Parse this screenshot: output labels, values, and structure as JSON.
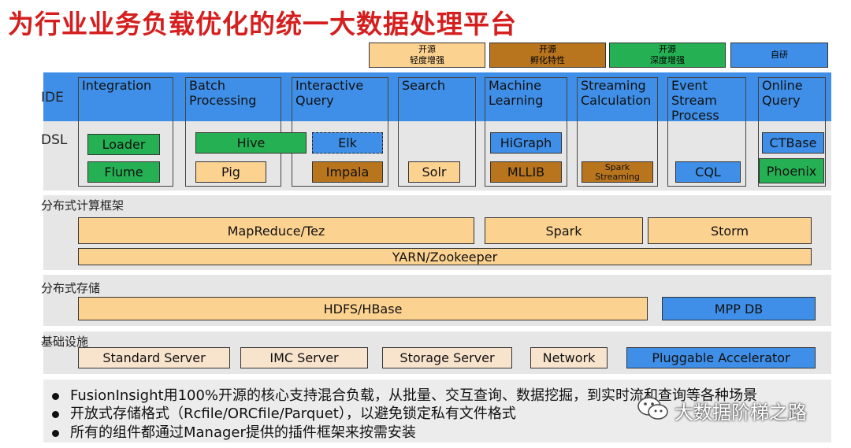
{
  "title": "为行业业务负载优化的统一大数据处理平台",
  "legend": [
    {
      "text": "开源\n轻度增强",
      "color": "#fcd291"
    },
    {
      "text": "开源\n孵化特性",
      "color": "#b9751e"
    },
    {
      "text": "开源\n深度增强",
      "color": "#25b053"
    },
    {
      "text": "自研",
      "color": "#3f8fe8"
    }
  ],
  "rows": {
    "ide": "IDE",
    "dsl": "DSL"
  },
  "columns": [
    {
      "title": "Integration"
    },
    {
      "title": "Batch\nProcessing"
    },
    {
      "title": "Interactive\nQuery"
    },
    {
      "title": "Search"
    },
    {
      "title": "Machine\nLearning"
    },
    {
      "title": "Streaming\nCalculation"
    },
    {
      "title": "Event\nStream\nProcess"
    },
    {
      "title": "Online\nQuery"
    }
  ],
  "components": {
    "loader": "Loader",
    "flume": "Flume",
    "hive": "Hive",
    "pig": "Pig",
    "elk": "Elk",
    "impala": "Impala",
    "solr": "Solr",
    "higraph": "HiGraph",
    "mllib": "MLLIB",
    "spark_streaming": "Spark\nStreaming",
    "cql": "CQL",
    "ctbase": "CTBase",
    "phoenix": "Phoenix"
  },
  "compute": {
    "label": "分布式计算框架",
    "mapreduce": "MapReduce/Tez",
    "spark": "Spark",
    "storm": "Storm",
    "yarn": "YARN/Zookeeper"
  },
  "storage": {
    "label": "分布式存储",
    "hdfs": "HDFS/HBase",
    "mpp": "MPP DB"
  },
  "infra": {
    "label": "基础设施",
    "standard": "Standard Server",
    "imc": "IMC Server",
    "storage_server": "Storage Server",
    "network": "Network",
    "accelerator": "Pluggable Accelerator"
  },
  "notes": [
    "FusionInsight用100%开源的核心支持混合负载，从批量、交互查询、数据挖掘，到实时流和查询等各种场景",
    "开放式存储格式（Rcfile/ORCfile/Parquet），以避免锁定私有文件格式",
    "所有的组件都通过Manager提供的插件框架来按需安装"
  ],
  "watermark": "大数据阶梯之路"
}
